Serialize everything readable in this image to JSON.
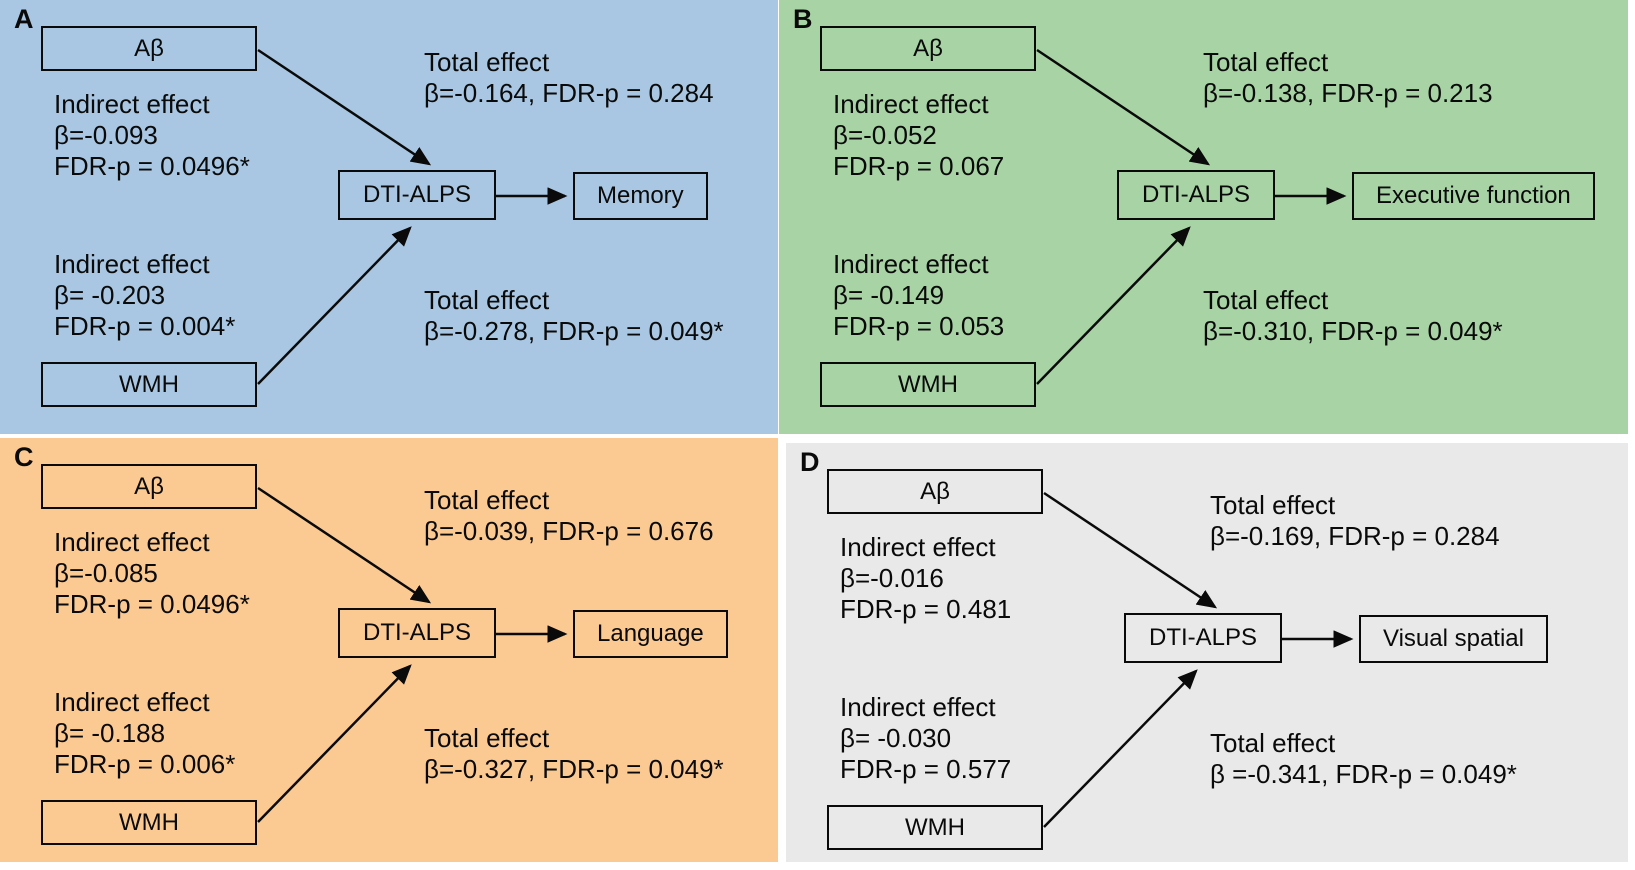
{
  "figure": {
    "type": "mediation-path-diagram",
    "description_boxes": [
      "Aβ",
      "WMH",
      "DTI-ALPS"
    ],
    "panels": 4
  },
  "panels": [
    {
      "label": "A",
      "bg": "#A9C7E2",
      "predictor_top": "Aβ",
      "predictor_bottom": "WMH",
      "mediator": "DTI-ALPS",
      "outcome": "Memory",
      "indirect_top": {
        "label": "Indirect effect",
        "beta": "β=-0.093",
        "p": "FDR-p = 0.0496*"
      },
      "indirect_bottom": {
        "label": "Indirect effect",
        "beta": "β= -0.203",
        "p": "FDR-p = 0.004*"
      },
      "total_top": {
        "label": "Total effect",
        "stats": "β=-0.164, FDR-p = 0.284"
      },
      "total_bottom": {
        "label": "Total effect",
        "stats": "β=-0.278, FDR-p = 0.049*"
      }
    },
    {
      "label": "B",
      "bg": "#A8D4A5",
      "predictor_top": "Aβ",
      "predictor_bottom": "WMH",
      "mediator": "DTI-ALPS",
      "outcome": "Executive function",
      "indirect_top": {
        "label": "Indirect effect",
        "beta": "β=-0.052",
        "p": "FDR-p = 0.067"
      },
      "indirect_bottom": {
        "label": "Indirect effect",
        "beta": "β= -0.149",
        "p": "FDR-p = 0.053"
      },
      "total_top": {
        "label": "Total effect",
        "stats": "β=-0.138, FDR-p = 0.213"
      },
      "total_bottom": {
        "label": "Total effect",
        "stats": "β=-0.310, FDR-p = 0.049*"
      }
    },
    {
      "label": "C",
      "bg": "#FBCA93",
      "predictor_top": "Aβ",
      "predictor_bottom": "WMH",
      "mediator": "DTI-ALPS",
      "outcome": "Language",
      "indirect_top": {
        "label": "Indirect effect",
        "beta": "β=-0.085",
        "p": "FDR-p = 0.0496*"
      },
      "indirect_bottom": {
        "label": "Indirect effect",
        "beta": "β= -0.188",
        "p": "FDR-p = 0.006*"
      },
      "total_top": {
        "label": "Total effect",
        "stats": "β=-0.039, FDR-p = 0.676"
      },
      "total_bottom": {
        "label": "Total effect",
        "stats": "β=-0.327, FDR-p = 0.049*"
      }
    },
    {
      "label": "D",
      "bg": "#E9E9E9",
      "predictor_top": "Aβ",
      "predictor_bottom": "WMH",
      "mediator": "DTI-ALPS",
      "outcome": "Visual spatial",
      "indirect_top": {
        "label": "Indirect effect",
        "beta": "β=-0.016",
        "p": "FDR-p = 0.481"
      },
      "indirect_bottom": {
        "label": "Indirect effect",
        "beta": "β= -0.030",
        "p": "FDR-p = 0.577"
      },
      "total_top": {
        "label": "Total effect",
        "stats": "β=-0.169, FDR-p = 0.284"
      },
      "total_bottom": {
        "label": "Total effect",
        "stats": "β =-0.341, FDR-p = 0.049*"
      }
    }
  ]
}
